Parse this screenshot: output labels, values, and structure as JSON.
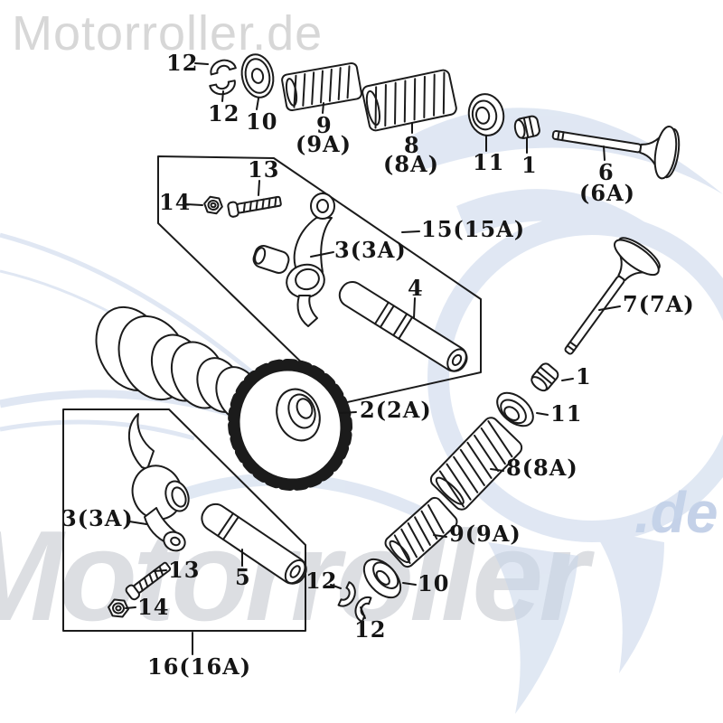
{
  "watermarks": {
    "top_text": "Motorroller.de",
    "bottom_text": "Motorroller",
    "bottom_suffix": ".de"
  },
  "colors": {
    "line_art": "#1b1b1b",
    "wing_blue": "#c7d5ea",
    "watermark_gray": "#dcdee2",
    "suffix_blue": "#c4d1e8"
  },
  "labels": [
    {
      "id": "cotter-top-a",
      "text": "12"
    },
    {
      "id": "cotter-top-b",
      "text": "12"
    },
    {
      "id": "retainer-top",
      "text": "10"
    },
    {
      "id": "spring-inner-top",
      "text": "9"
    },
    {
      "id": "spring-inner-top-alt",
      "text": "(9A)"
    },
    {
      "id": "spring-outer-top",
      "text": "8"
    },
    {
      "id": "spring-outer-top-alt",
      "text": "(8A)"
    },
    {
      "id": "seat-top",
      "text": "11"
    },
    {
      "id": "seal-top",
      "text": "1"
    },
    {
      "id": "valve-intake",
      "text": "6"
    },
    {
      "id": "valve-intake-alt",
      "text": "(6A)"
    },
    {
      "id": "screw-box15",
      "text": "13"
    },
    {
      "id": "nut-box15",
      "text": "14"
    },
    {
      "id": "rocker-box15",
      "text": "3(3A)"
    },
    {
      "id": "assembly-box15",
      "text": "15(15A)"
    },
    {
      "id": "shaft-box15",
      "text": "4"
    },
    {
      "id": "valve-exhaust",
      "text": "7(7A)"
    },
    {
      "id": "seal-right",
      "text": "1"
    },
    {
      "id": "seat-right",
      "text": "11"
    },
    {
      "id": "camshaft",
      "text": "2(2A)"
    },
    {
      "id": "spring-outer-right",
      "text": "8(8A)"
    },
    {
      "id": "spring-inner-right",
      "text": "9(9A)"
    },
    {
      "id": "rocker-box16",
      "text": "3(3A)"
    },
    {
      "id": "screw-box16",
      "text": "13"
    },
    {
      "id": "shaft-box16",
      "text": "5"
    },
    {
      "id": "cotter-bottom-a",
      "text": "12"
    },
    {
      "id": "retainer-bottom",
      "text": "10"
    },
    {
      "id": "nut-box16",
      "text": "14"
    },
    {
      "id": "cotter-bottom-b",
      "text": "12"
    },
    {
      "id": "assembly-box16",
      "text": "16(16A)"
    }
  ]
}
